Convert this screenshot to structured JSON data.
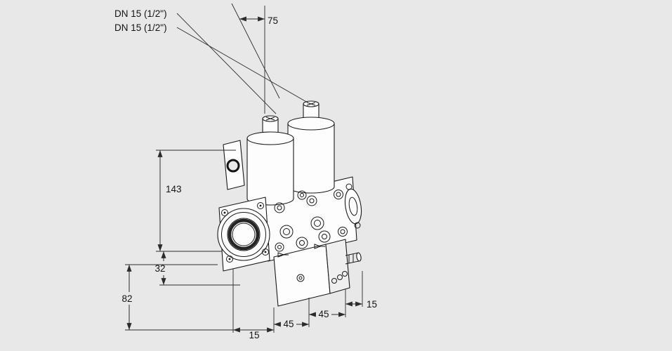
{
  "colors": {
    "background": "#e8e8e8",
    "line": "#191919"
  },
  "annotations": {
    "dn_label_1": "DN 15 (1/2\")",
    "dn_label_2": "DN 15 (1/2\")"
  },
  "dimensions": {
    "top_width": "75",
    "height_upper": "143",
    "center_offset": "32",
    "height_lower": "82",
    "bottom_left": "15",
    "bottom_mid_left": "45",
    "bottom_mid_right": "45",
    "bottom_right": "15"
  }
}
